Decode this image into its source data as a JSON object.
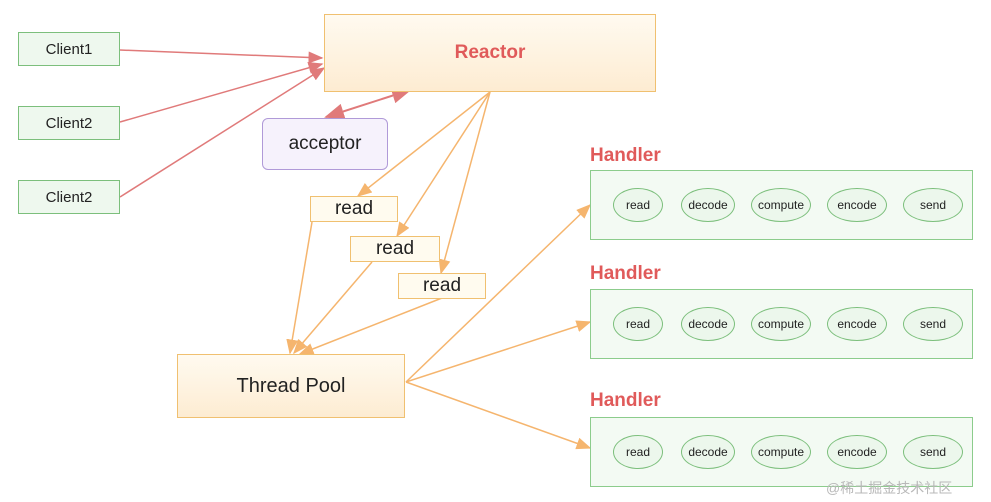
{
  "clients": [
    "Client1",
    "Client2",
    "Client2"
  ],
  "reactor": "Reactor",
  "acceptor": "acceptor",
  "reads": [
    "read",
    "read",
    "read"
  ],
  "thread_pool": "Thread Pool",
  "handlers": [
    {
      "title": "Handler",
      "steps": [
        "read",
        "decode",
        "compute",
        "encode",
        "send"
      ]
    },
    {
      "title": "Handler",
      "steps": [
        "read",
        "decode",
        "compute",
        "encode",
        "send"
      ]
    },
    {
      "title": "Handler",
      "steps": [
        "read",
        "decode",
        "compute",
        "encode",
        "send"
      ]
    }
  ],
  "watermark": "@稀土掘金技术社区",
  "colors": {
    "client_edge": "#e07a7a",
    "flow_edge": "#f5b56e",
    "accent_text": "#e05a5a"
  }
}
